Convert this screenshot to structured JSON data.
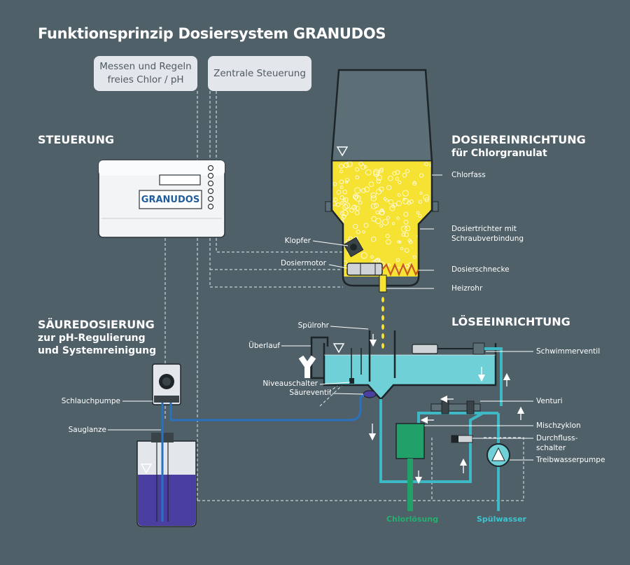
{
  "title": "Funktionsprinzip Dosiersystem GRANUDOS",
  "boxes": {
    "messen_line1": "Messen und Regeln",
    "messen_line2": "freies Chlor / pH",
    "zentral": "Zentrale Steuerung"
  },
  "sections": {
    "steuerung": "STEUERUNG",
    "dosier_head": "DOSIEREINRICHTUNG",
    "dosier_sub": "für Chlorgranulat",
    "saeure_head": "SÄUREDOSIERUNG",
    "saeure_sub1": "zur pH-Regulierung",
    "saeure_sub2": "und Systemreinigung",
    "loese_head": "LÖSEEINRICHTUNG"
  },
  "controller": {
    "brand": "GRANUDOS"
  },
  "labels": {
    "chlorfass": "Chlorfass",
    "dosiertrichter1": "Dosiertrichter mit",
    "dosiertrichter2": "Schraubverbindung",
    "klopfer": "Klopfer",
    "dosiermotor": "Dosiermotor",
    "dosierschnecke": "Dosierschnecke",
    "heizrohr": "Heizrohr",
    "spuelrohr": "Spülrohr",
    "ueberlauf": "Überlauf",
    "schwimmerventil": "Schwimmerventil",
    "niveauschalter": "Niveauschalter",
    "saeureventil": "Säureventil",
    "venturi": "Venturi",
    "mischzyklon": "Mischzyklon",
    "durchfluss1": "Durchfluss-",
    "durchfluss2": "schalter",
    "treibwasserpumpe": "Treibwasserpumpe",
    "schlauchpumpe": "Schlauchpumpe",
    "sauglanze": "Sauglanze",
    "chlorloesung": "Chlorlösung",
    "spuelwasser": "Spülwasser"
  },
  "colors": {
    "background": "#4f6068",
    "granulate": "#f6e233",
    "water": "#6fd0d8",
    "pipe": "#3db8c4",
    "acid": "#4a3fa0",
    "acid_pipe": "#2a72c0",
    "chlorine_green": "#22a06a",
    "brand_blue": "#1f5d9e"
  }
}
